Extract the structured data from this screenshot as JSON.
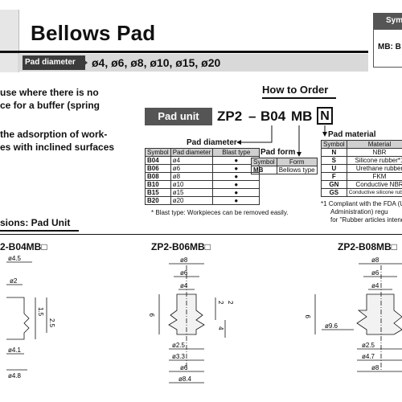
{
  "header": {
    "title": "Bellows Pad",
    "pad_diameter_label": "Pad diameter",
    "pad_diameter_values": "ø4, ø6, ø8, ø10, ø15, ø20",
    "right_tab_text": "Sym",
    "right_box_text": "MB: B"
  },
  "intro": {
    "line1": "use where there is no",
    "line2": "ce for a buffer (spring",
    "line3": "the adsorption of work-",
    "line4": "es with inclined surfaces"
  },
  "how_to_order": {
    "title": "How to Order",
    "pad_unit_label": "Pad unit",
    "code": {
      "part1": "ZP2",
      "dash": "–",
      "part2": "B04",
      "part3": "MB",
      "part4": "N"
    },
    "pad_diameter_label": "Pad diameter",
    "pad_form_label": "Pad form",
    "pad_material_label": "Pad material",
    "diameter_table": {
      "headers": [
        "Symbol",
        "Pad diameter",
        "Blast type"
      ],
      "rows": [
        [
          "B04",
          "ø4",
          "●"
        ],
        [
          "B06",
          "ø6",
          "●"
        ],
        [
          "B08",
          "ø8",
          "●"
        ],
        [
          "B10",
          "ø10",
          "●"
        ],
        [
          "B15",
          "ø15",
          "●"
        ],
        [
          "B20",
          "ø20",
          "●"
        ]
      ]
    },
    "form_table": {
      "headers": [
        "Symbol",
        "Form"
      ],
      "rows": [
        [
          "MB",
          "Bellows type"
        ]
      ]
    },
    "material_table": {
      "headers": [
        "Symbol",
        "Material"
      ],
      "rows": [
        [
          "N",
          "NBR"
        ],
        [
          "S",
          "Silicone rubber*1"
        ],
        [
          "U",
          "Urethane rubber"
        ],
        [
          "F",
          "FKM"
        ],
        [
          "GN",
          "Conductive NBR"
        ],
        [
          "GS",
          "Conductive silicone rubber"
        ]
      ]
    },
    "blast_note": "* Blast type: Workpieces can be removed easily.",
    "material_note1": "*1  Compliant with the FDA (U",
    "material_note2": "Administration) regu",
    "material_note3": "for \"Rubber articles intende"
  },
  "dimensions": {
    "title": "sions: Pad Unit",
    "models": [
      "2-B04MB□",
      "ZP2-B06MB□",
      "ZP2-B08MB□"
    ],
    "d1": {
      "dims": [
        "ø4.5",
        "ø2",
        "1.5",
        "2.5",
        "ø4.1",
        "ø4.8"
      ]
    },
    "d2": {
      "dims": [
        "ø8",
        "ø6",
        "ø4",
        "2",
        "2",
        "9",
        "4",
        "ø2.5",
        "ø3.3",
        "ø6",
        "ø8.4"
      ]
    },
    "d3": {
      "dims": [
        "ø8",
        "ø6",
        "ø4",
        "9",
        "ø9.6",
        "ø2.5",
        "ø4.7",
        "ø8"
      ]
    }
  }
}
